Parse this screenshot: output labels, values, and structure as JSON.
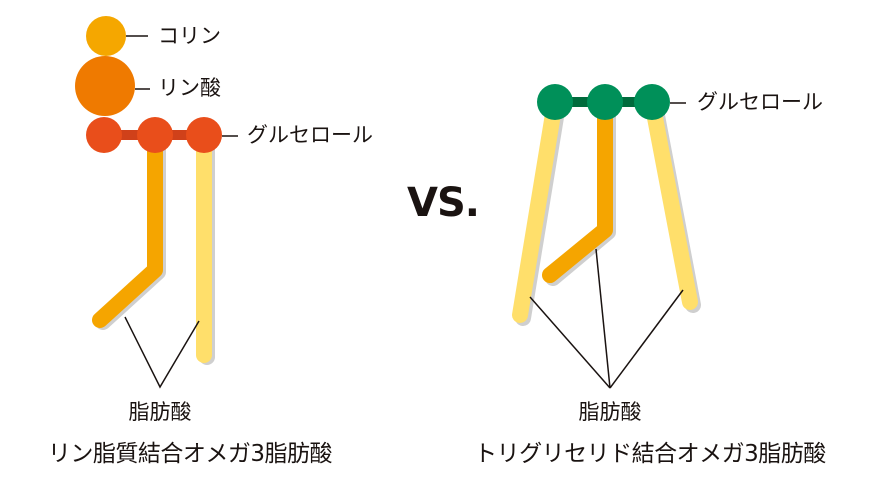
{
  "vs_label": "VS.",
  "left": {
    "labels": {
      "choline": "コリン",
      "phosphate": "リン酸",
      "glycerol": "グルセロール",
      "fatty_acid": "脂肪酸"
    },
    "title": "リン脂質結合オメガ3脂肪酸",
    "colors": {
      "choline": "#F5A700",
      "phosphate": "#EF7A00",
      "glycerol": "#E94E1B",
      "glycerol_bond": "#D0411A",
      "tail_orange": "#F5A500",
      "tail_yellow": "#FFDF6B"
    }
  },
  "right": {
    "labels": {
      "glycerol": "グルセロール",
      "fatty_acid": "脂肪酸"
    },
    "title": "トリグリセリド結合オメガ3脂肪酸",
    "colors": {
      "glycerol": "#009059",
      "glycerol_bond": "#006B3C",
      "tail_orange": "#F5A500",
      "tail_yellow": "#FFDF6B"
    }
  }
}
